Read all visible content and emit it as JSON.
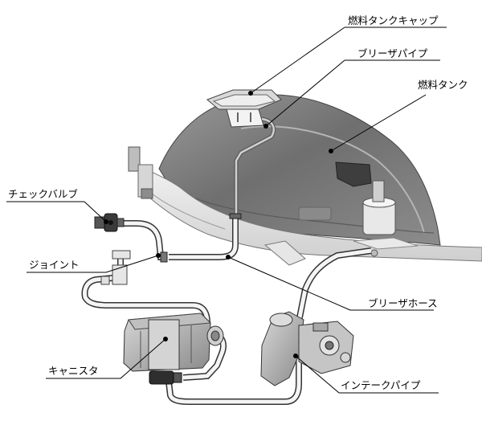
{
  "labels": {
    "fuel_tank_cap": "燃料タンクキャップ",
    "breather_pipe": "ブリーザパイプ",
    "fuel_tank": "燃料タンク",
    "check_valve": "チェックバルブ",
    "joint": "ジョイント",
    "breather_hose": "ブリーザホース",
    "canister": "キャニスタ",
    "intake_pipe": "インテークパイプ"
  }
}
